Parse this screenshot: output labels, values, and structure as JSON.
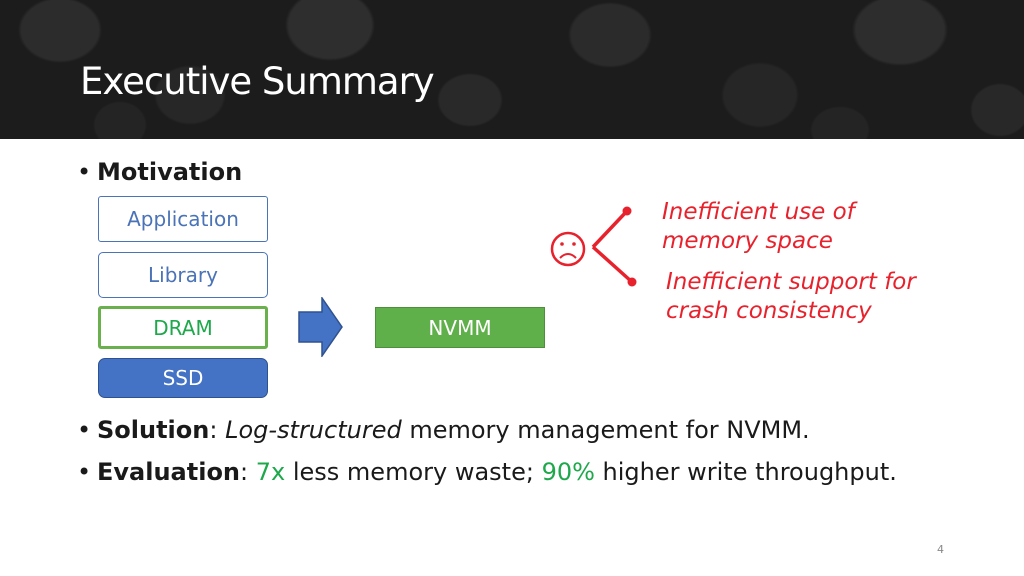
{
  "slide": {
    "title": "Executive Summary",
    "page_number": "4"
  },
  "motivation": {
    "bullet": "•",
    "heading": "Motivation",
    "stack": {
      "application": "Application",
      "library": "Library",
      "dram": "DRAM",
      "ssd": "SSD"
    },
    "target": "NVMM",
    "sad_face_icon": "frown-face-icon",
    "problems": {
      "first_line1": "Inefficient use of",
      "first_line2": "memory space",
      "second_line1": "Inefficient support for",
      "second_line2": "crash consistency"
    }
  },
  "solution": {
    "bullet": "•",
    "label": "Solution",
    "colon": ": ",
    "emphasis": "Log-structured",
    "rest": " memory management for NVMM."
  },
  "evaluation": {
    "bullet": "•",
    "label": "Evaluation",
    "colon": ": ",
    "value1": "7x",
    "text1": " less memory waste; ",
    "value2": "90%",
    "text2": " higher write throughput."
  },
  "colors": {
    "accent_red": "#e8222d",
    "accent_green": "#1ea84b",
    "blue": "#4472c4"
  }
}
